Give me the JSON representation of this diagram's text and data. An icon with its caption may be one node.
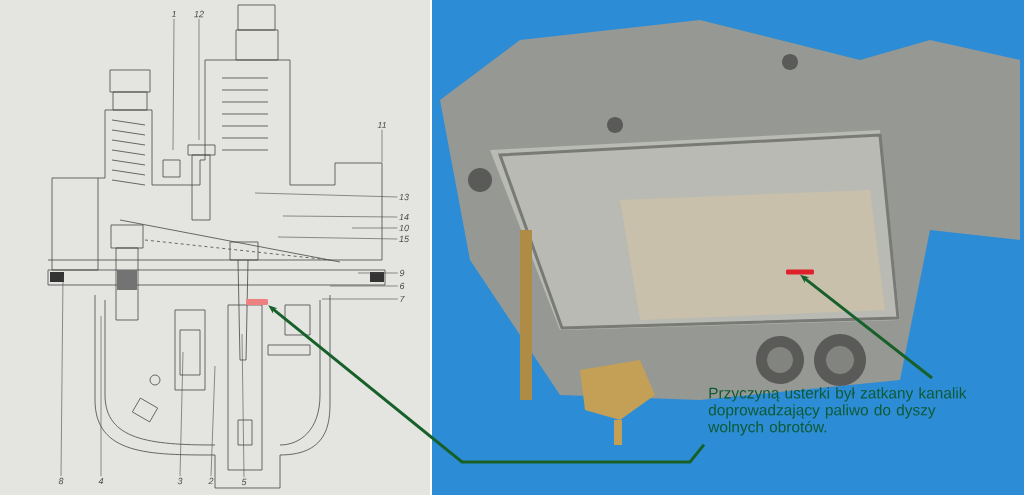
{
  "diagram": {
    "nodes": [
      {
        "text": [
          "1"
        ]
      },
      {
        "text": [
          "12"
        ]
      },
      {
        "text": [
          "11"
        ]
      },
      {
        "text": [
          "13"
        ]
      },
      {
        "text": [
          "14"
        ]
      },
      {
        "text": [
          "10"
        ]
      },
      {
        "text": [
          "15"
        ]
      },
      {
        "text": [
          "9"
        ]
      },
      {
        "text": [
          "6"
        ]
      },
      {
        "text": [
          "7"
        ]
      },
      {
        "text": [
          "8"
        ]
      },
      {
        "text": [
          "4"
        ]
      },
      {
        "text": [
          "3"
        ]
      },
      {
        "text": [
          "2"
        ]
      },
      {
        "text": [
          "5"
        ]
      },
      {
        "text": [
          "Przyczyną usterki był zatkany kanalik doprowadzający paliwo do dyszy wolnych obrotów."
        ]
      },
      {
        "text": [],
        "shape": "bar"
      },
      {
        "text": [],
        "shape": "bar"
      }
    ],
    "edges": [
      {
        "from": 0,
        "to": null,
        "arrow": "none"
      },
      {
        "from": 1,
        "to": null,
        "arrow": "none"
      },
      {
        "from": 2,
        "to": null,
        "arrow": "none"
      },
      {
        "from": 3,
        "to": null,
        "arrow": "none"
      },
      {
        "from": 4,
        "to": null,
        "arrow": "none"
      },
      {
        "from": 5,
        "to": null,
        "arrow": "none"
      },
      {
        "from": 6,
        "to": null,
        "arrow": "none"
      },
      {
        "from": 7,
        "to": null,
        "arrow": "none"
      },
      {
        "from": 8,
        "to": null,
        "arrow": "none"
      },
      {
        "from": 9,
        "to": null,
        "arrow": "none"
      },
      {
        "from": 10,
        "to": null,
        "arrow": "none"
      },
      {
        "from": 11,
        "to": null,
        "arrow": "none"
      },
      {
        "from": 12,
        "to": null,
        "arrow": "none"
      },
      {
        "from": 13,
        "to": null,
        "arrow": "none"
      },
      {
        "from": 14,
        "to": null,
        "arrow": "none"
      },
      {
        "from": 15,
        "to": 16,
        "arrow": "to",
        "style": "thick",
        "color": "#17602a"
      },
      {
        "from": 15,
        "to": 17,
        "arrow": "to",
        "style": "thick",
        "color": "#17602a"
      }
    ]
  }
}
